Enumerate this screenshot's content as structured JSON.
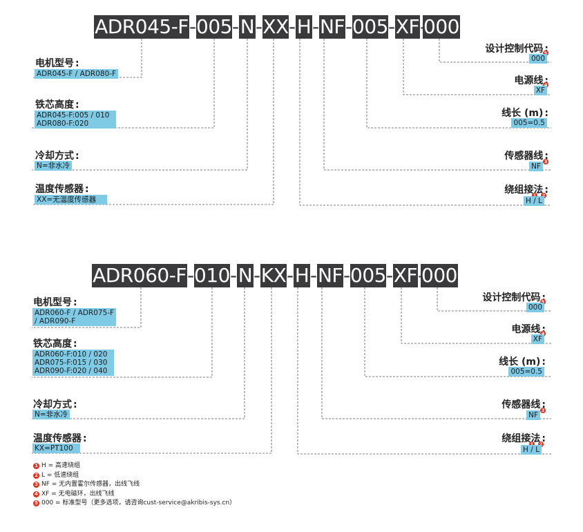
{
  "diagram1": {
    "code_segments": [
      "ADR045-F",
      "005",
      "N",
      "XX",
      "H",
      "NF",
      "005",
      "XF",
      "000"
    ],
    "separator": "-",
    "left": [
      {
        "label": "电机型号",
        "values": [
          "ADR045-F / ADR080-F"
        ]
      },
      {
        "label": "铁芯高度",
        "values": [
          "ADR045-F:005 / 010",
          "ADR080-F:020"
        ]
      },
      {
        "label": "冷却方式",
        "values": [
          "N=非水冷"
        ]
      },
      {
        "label": "温度传感器",
        "values": [
          "XX=无温度传感器"
        ]
      }
    ],
    "right": [
      {
        "label": "设计控制代码",
        "value": "000",
        "badges": [
          "5"
        ]
      },
      {
        "label": "电源线",
        "value": "XF",
        "badges": [
          "4"
        ]
      },
      {
        "label": "线长 (m)",
        "value": "005=0.5",
        "badges": []
      },
      {
        "label": "传感器线",
        "value": "NF",
        "badges": [
          "3"
        ]
      },
      {
        "label": "绕组接法",
        "value": "H / L",
        "badges": [
          "1",
          "2"
        ]
      }
    ]
  },
  "diagram2": {
    "code_segments": [
      "ADR060-F",
      "010",
      "N",
      "KX",
      "H",
      "NF",
      "005",
      "XF",
      "000"
    ],
    "separator": "-",
    "left": [
      {
        "label": "电机型号",
        "values": [
          "ADR060-F / ADR075-F",
          "/ ADR090-F"
        ]
      },
      {
        "label": "铁芯高度",
        "values": [
          "ADR060-F:010 / 020",
          "ADR075-F:015 / 030",
          "ADR090-F:020 / 040"
        ]
      },
      {
        "label": "冷却方式",
        "values": [
          "N=非水冷"
        ]
      },
      {
        "label": "温度传感器",
        "values": [
          "KX=PT100"
        ]
      }
    ],
    "right": [
      {
        "label": "设计控制代码",
        "value": "000",
        "badges": [
          "5"
        ]
      },
      {
        "label": "电源线",
        "value": "XF",
        "badges": [
          "4"
        ]
      },
      {
        "label": "线长 (m)",
        "value": "005=0.5",
        "badges": []
      },
      {
        "label": "传感器线",
        "value": "NF",
        "badges": [
          "3"
        ]
      },
      {
        "label": "绕组接法",
        "value": "H / L",
        "badges": [
          "1",
          "2"
        ]
      }
    ]
  },
  "label_colon": ":",
  "notes": [
    {
      "num": "1",
      "text": "H = 高速绕组"
    },
    {
      "num": "2",
      "text": "L = 低速绕组"
    },
    {
      "num": "3",
      "text": "NF = 无内置霍尔传感器，出线飞线"
    },
    {
      "num": "4",
      "text": "XF = 无电磁环，出线飞线"
    },
    {
      "num": "5",
      "text": "000 = 标准型号（更多选项，请咨询cust-service@akribis-sys.cn）"
    }
  ],
  "colors": {
    "code_bg": "#3a3a3c",
    "value_bg": "#7fcbe6",
    "badge": "#e0301e"
  }
}
